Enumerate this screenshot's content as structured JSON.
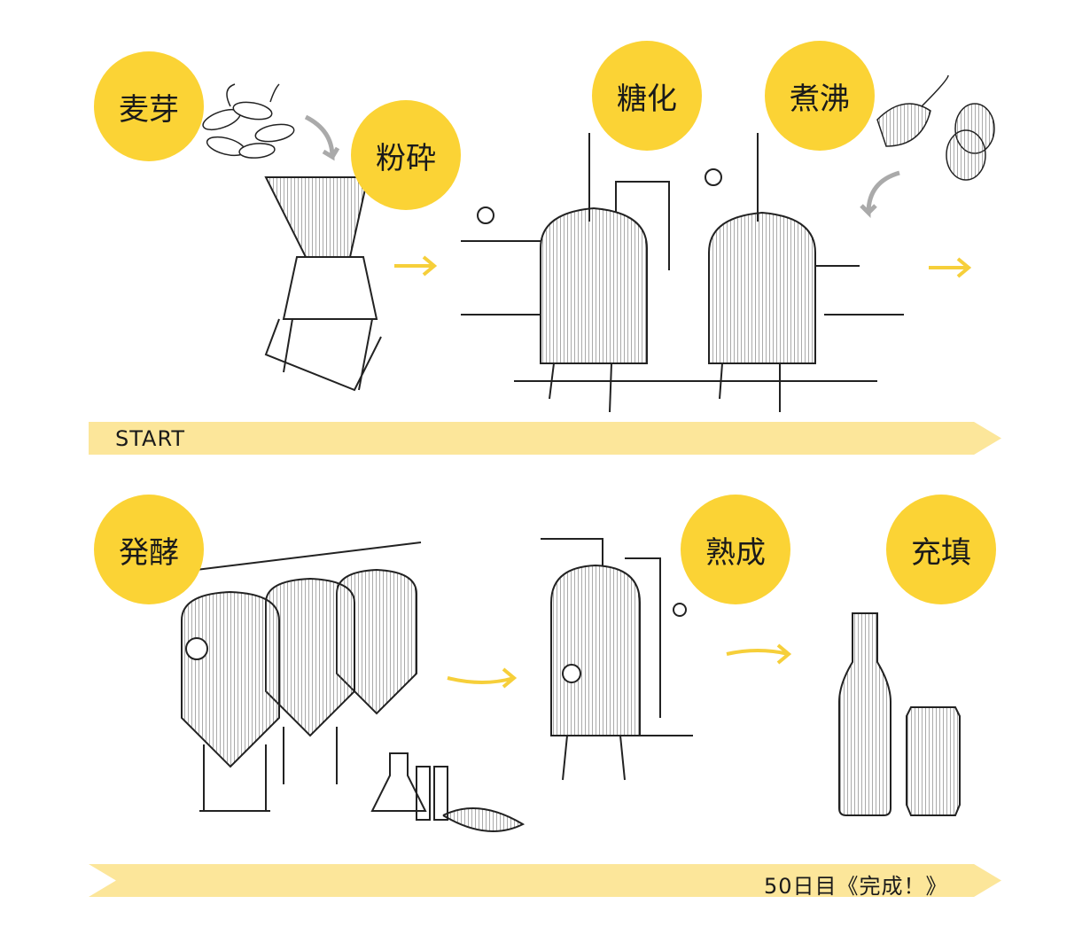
{
  "steps": {
    "malt": "麦芽",
    "milling": "粉砕",
    "mashing": "糖化",
    "boiling": "煮沸",
    "fermentation": "発酵",
    "maturation": "熟成",
    "filling": "充填"
  },
  "banners": {
    "start": "START",
    "finish": "50日目《完成！》"
  },
  "colors": {
    "circle": "#fbd335",
    "banner": "#fce69a",
    "arrow": "#f6cf3a"
  }
}
